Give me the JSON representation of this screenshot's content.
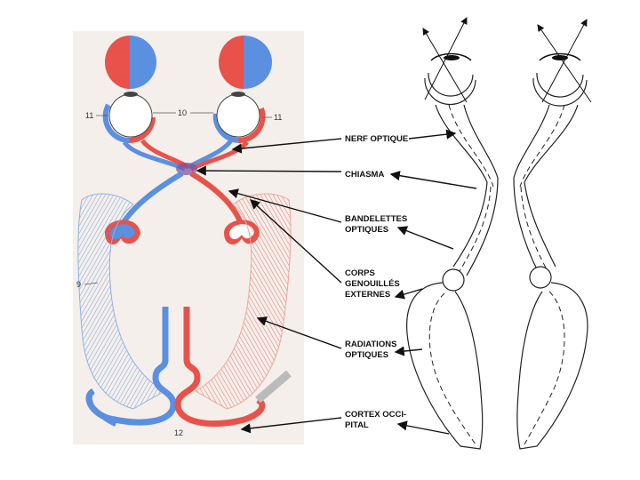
{
  "labels": {
    "nerf": "NERF OPTIQUE",
    "chiasma": "CHIASMA",
    "bandelettes_1": "BANDELETTES",
    "bandelettes_2": "OPTIQUES",
    "corps_1": "CORPS",
    "corps_2": "GENOUILLÉS",
    "corps_3": "EXTERNES",
    "radiations_1": "RADIATIONS",
    "radiations_2": "OPTIQUES",
    "cortex_1": "CORTEX OCCI-",
    "cortex_2": "PITAL"
  },
  "numbers": {
    "n10": "10",
    "n11_left": "11",
    "n11_right": "11",
    "n9": "9",
    "n12": "12"
  },
  "colors": {
    "red": "#e8524a",
    "blue": "#5b8fe0",
    "light_blue": "#bcd3f2",
    "light_red": "#f2b6ae",
    "panel_bg": "#f4efea"
  }
}
